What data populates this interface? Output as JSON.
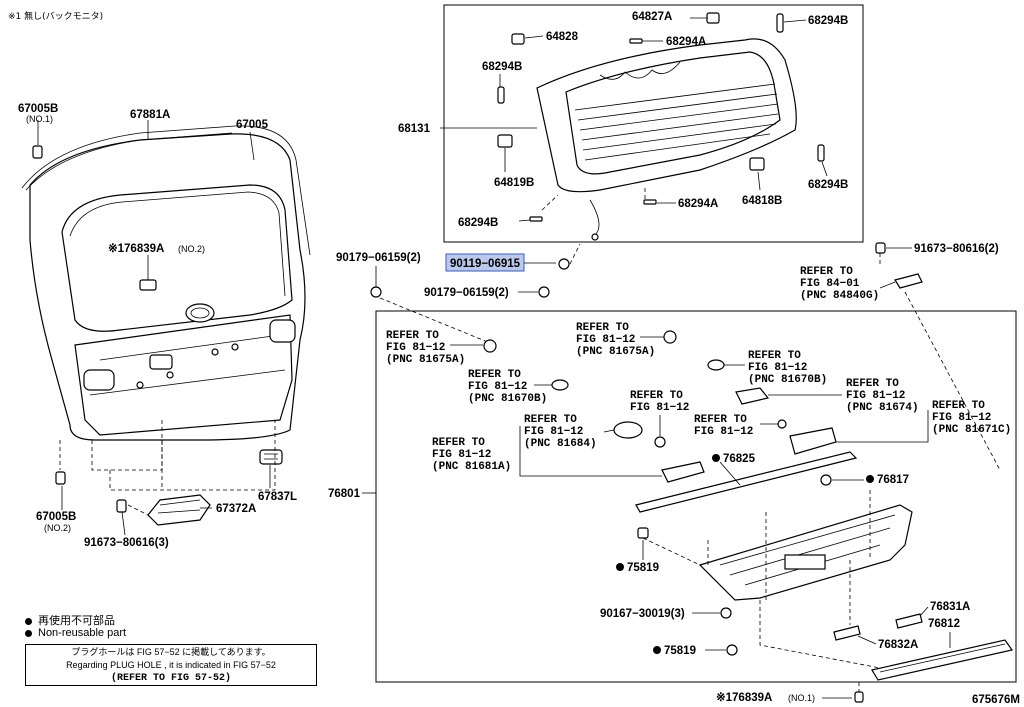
{
  "notes": {
    "top_left": "※1 無し(バックモニタ)",
    "legend_jp": "再使用不可部品",
    "legend_en": "Non-reusable part",
    "box_line1": "プラグホールは FIG 57−52 に掲載してあります。",
    "box_line2": "Regarding PLUG HOLE , it is indicated in FIG 57−52",
    "box_line3": "(REFER TO FIG 57-52)"
  },
  "figure_id": "675676M",
  "labels": {
    "p67005b_1": "67005B",
    "no1_a": "(NO.1)",
    "p67881a": "67881A",
    "p67005": "67005",
    "p176839a_2": "※176839A",
    "no2_a": "(NO.2)",
    "p67005b_2": "67005B",
    "no2_b": "(NO.2)",
    "p67837l": "67837L",
    "p67372a": "67372A",
    "p91673_3": "91673−80616(3)",
    "p64827a": "64827A",
    "p68294b_1": "68294B",
    "p64828": "64828",
    "p68294a_1": "68294A",
    "p68294b_2": "68294B",
    "p68131": "68131",
    "p64819b": "64819B",
    "p68294b_3": "68294B",
    "p64818b": "64818B",
    "p68294b_4": "68294B",
    "p68294a_2": "68294A",
    "p90179_a": "90179−06159(2)",
    "p90119": "90119−06915",
    "p90179_b": "90179−06159(2)",
    "p91673_2": "91673−80616(2)",
    "ref_84_1": "REFER TO",
    "ref_84_2": "FIG 84−01",
    "ref_84_3": "(PNC 84840G)",
    "ref_a1": "REFER TO",
    "ref_a2": "FIG 81−12",
    "ref_a3": "(PNC 81675A)",
    "ref_b1": "REFER TO",
    "ref_b2": "FIG 81−12",
    "ref_b3": "(PNC 81675A)",
    "ref_c1": "REFER TO",
    "ref_c2": "FIG 81−12",
    "ref_c3": "(PNC 81670B)",
    "ref_d1": "REFER TO",
    "ref_d2": "FIG 81−12",
    "ref_d3": "(PNC 81670B)",
    "ref_e1": "REFER TO",
    "ref_e2": "FIG 81−12",
    "ref_e3": "(PNC 81674)",
    "ref_f1": "REFER TO",
    "ref_f2": "FIG 81−12",
    "ref_f3": "(PNC 81671C)",
    "ref_g1": "REFER TO",
    "ref_g2": "FIG 81−12",
    "ref_h1": "REFER TO",
    "ref_h2": "FIG 81−12",
    "ref_i1": "REFER TO",
    "ref_i2": "FIG 81−12",
    "ref_i3": "(PNC 81684)",
    "ref_j1": "REFER TO",
    "ref_j2": "FIG 81−12",
    "ref_j3": "(PNC 81681A)",
    "p76825": "76825",
    "p76817": "76817",
    "p76801": "76801",
    "p75819_1": "75819",
    "p75819_2": "75819",
    "p90167": "90167−30019(3)",
    "p76831a": "76831A",
    "p76832a": "76832A",
    "p76812": "76812",
    "p176839a_1": "※176839A",
    "no1_b": "(NO.1)"
  }
}
